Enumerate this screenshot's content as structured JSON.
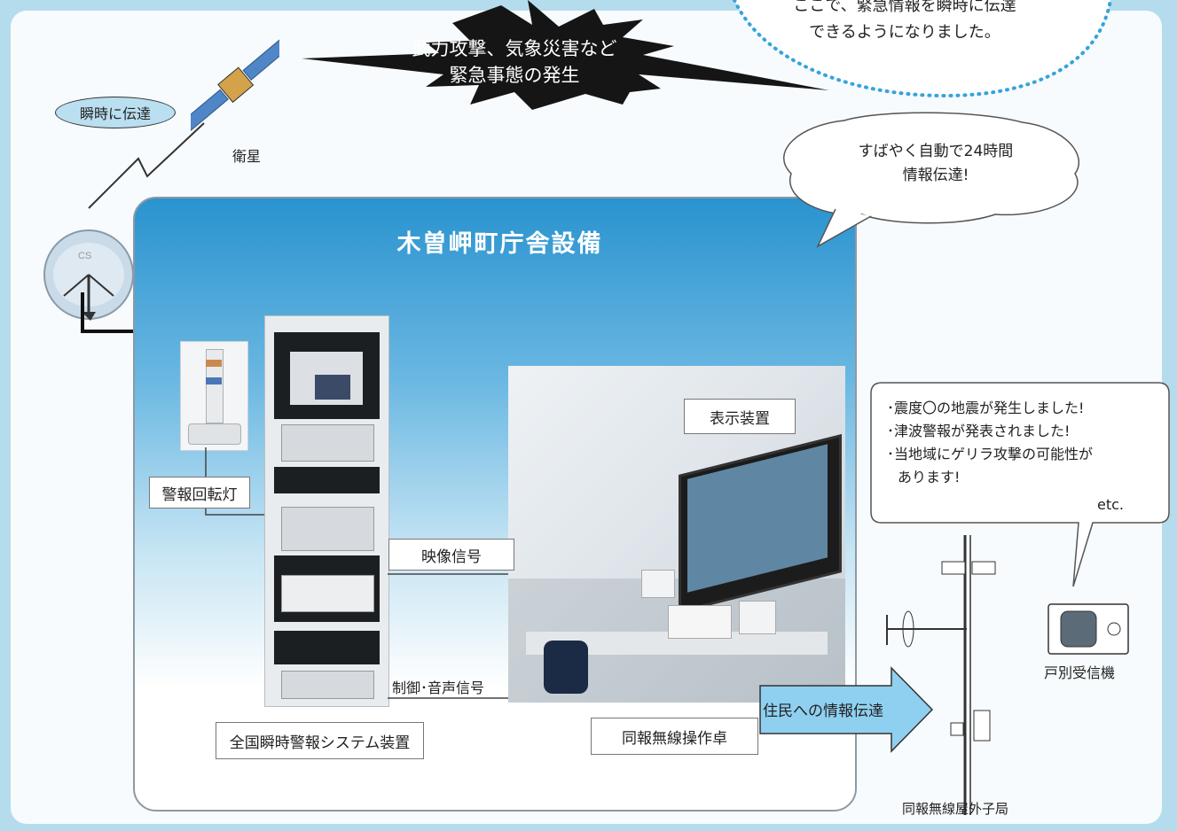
{
  "top_bubble": {
    "line1": "ここで、緊急情報を瞬時に伝達",
    "line2": "できるようになりました。"
  },
  "emergency": {
    "line1": "武力攻撃、気象災害など",
    "line2": "緊急事態の発生"
  },
  "instant_label": "瞬時に伝達",
  "satellite_label": "衛星",
  "auto_bubble": {
    "line1": "すばやく自動で24時間",
    "line2": "情報伝達!"
  },
  "facility_title": "木曽岬町庁舎設備",
  "labels": {
    "warning_light": "警報回転灯",
    "display": "表示装置",
    "video_signal": "映像信号",
    "control_signal": "制御･音声信号",
    "jalert": "全国瞬時警報システム装置",
    "console": "同報無線操作卓",
    "resident": "住民への情報伝達",
    "household": "戸別受信機",
    "outdoor": "同報無線屋外子局"
  },
  "messages": {
    "line1": "･震度〇の地震が発生しました!",
    "line2": "･津波警報が発表されました!",
    "line3": "･当地域にゲリラ攻撃の可能性が",
    "line4": "あります!",
    "etc": "etc."
  },
  "colors": {
    "background": "#b4dced",
    "accent_blue": "#2a93cf",
    "arrow_fill": "#8fd0f0",
    "dotted_border": "#35a3dc"
  }
}
